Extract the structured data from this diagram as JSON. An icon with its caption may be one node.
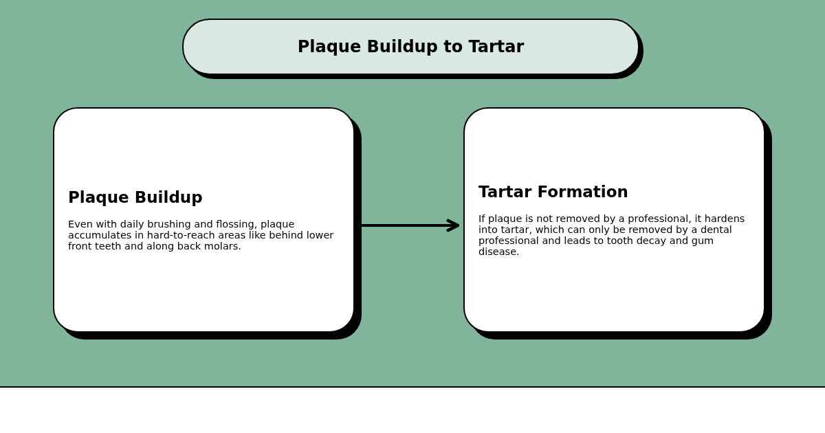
{
  "diagram": {
    "title": "Plaque Buildup to Tartar",
    "nodes": [
      {
        "text": [
          "Plaque Buildup",
          "Even with daily brushing and flossing, plaque accumulates in hard-to-reach areas like behind lower front teeth and along back molars."
        ]
      },
      {
        "text": [
          "Tartar Formation",
          "If plaque is not removed by a professional, it hardens into tartar, which can only be removed by a dental professional and leads to tooth decay and gum disease."
        ]
      }
    ],
    "edges": [
      {
        "from": 0,
        "to": 1,
        "arrow": "to"
      }
    ]
  }
}
